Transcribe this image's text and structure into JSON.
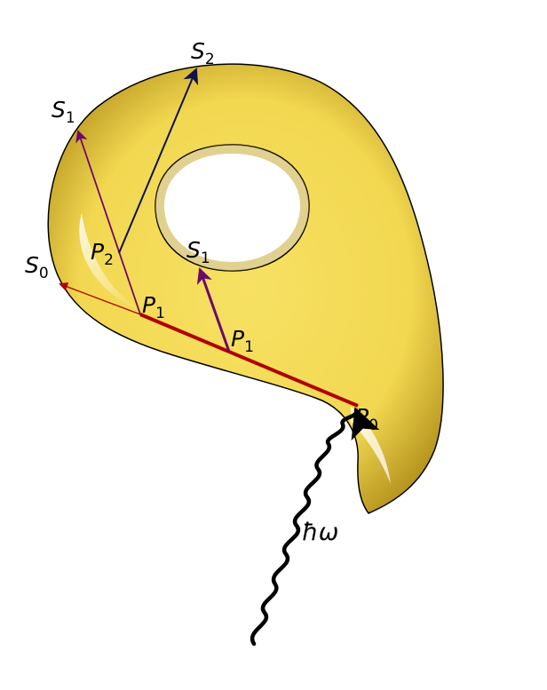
{
  "labels": {
    "s2": {
      "main": "S",
      "sub": "2"
    },
    "s1_left": {
      "main": "S",
      "sub": "1"
    },
    "s1_hole": {
      "main": "S",
      "sub": "1"
    },
    "s0": {
      "main": "S",
      "sub": "0"
    },
    "p2": {
      "main": "P",
      "sub": "2"
    },
    "p1_left": {
      "main": "P",
      "sub": "1"
    },
    "p1_right": {
      "main": "P",
      "sub": "1"
    },
    "p0": {
      "main": "P",
      "sub": "0"
    },
    "photon": "ħω"
  },
  "colors": {
    "body_fill": "#f5dc5a",
    "body_edge": "#b8961f",
    "outline": "#000000",
    "primary_track": "#b00000",
    "secondary_track": "#6b0a6b",
    "tertiary_track": "#10104a",
    "photon": "#000000"
  }
}
